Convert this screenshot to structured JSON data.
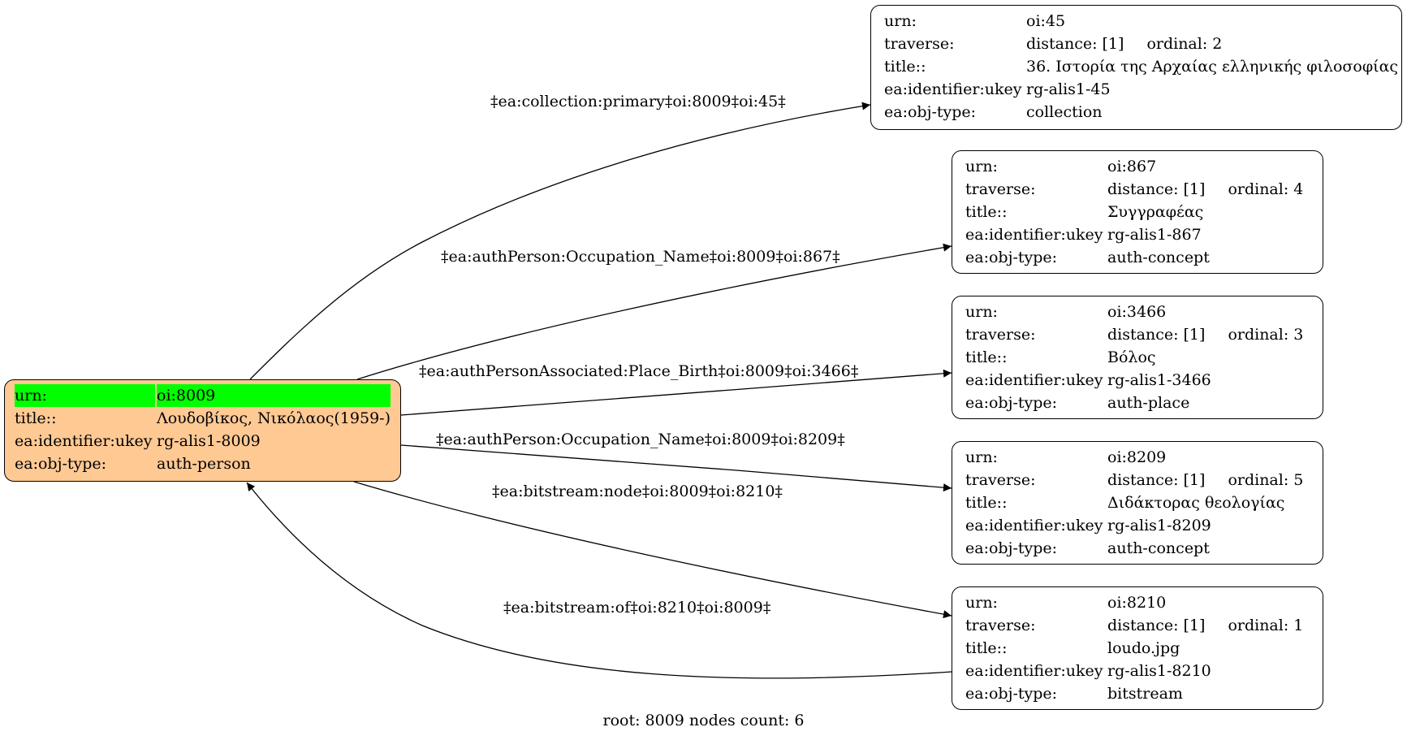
{
  "root": {
    "urn_key": "urn:",
    "urn": "oi:8009",
    "title_key": "title::",
    "title": "Λουδοβίκος, Νικόλαος(1959-)",
    "ident_key": "ea:identifier:ukey",
    "ident": "rg-alis1-8009",
    "type_key": "ea:obj-type:",
    "type": "auth-person",
    "highlight_color": "#00ff00",
    "fill_color": "#ffc994"
  },
  "nodes": [
    {
      "urn_key": "urn:",
      "urn": "oi:45",
      "traverse_key": "traverse:",
      "distance": "distance: [1]",
      "ordinal": "ordinal: 2",
      "title_key": "title::",
      "title": "36. Ιστορία της Αρχαίας ελληνικής φιλοσοφίας",
      "ident_key": "ea:identifier:ukey",
      "ident": "rg-alis1-45",
      "type_key": "ea:obj-type:",
      "type": "collection"
    },
    {
      "urn_key": "urn:",
      "urn": "oi:867",
      "traverse_key": "traverse:",
      "distance": "distance: [1]",
      "ordinal": "ordinal: 4",
      "title_key": "title::",
      "title": "Συγγραφέας",
      "ident_key": "ea:identifier:ukey",
      "ident": "rg-alis1-867",
      "type_key": "ea:obj-type:",
      "type": "auth-concept"
    },
    {
      "urn_key": "urn:",
      "urn": "oi:3466",
      "traverse_key": "traverse:",
      "distance": "distance: [1]",
      "ordinal": "ordinal: 3",
      "title_key": "title::",
      "title": "Βόλος",
      "ident_key": "ea:identifier:ukey",
      "ident": "rg-alis1-3466",
      "type_key": "ea:obj-type:",
      "type": "auth-place"
    },
    {
      "urn_key": "urn:",
      "urn": "oi:8209",
      "traverse_key": "traverse:",
      "distance": "distance: [1]",
      "ordinal": "ordinal: 5",
      "title_key": "title::",
      "title": "Διδάκτορας θεολογίας",
      "ident_key": "ea:identifier:ukey",
      "ident": "rg-alis1-8209",
      "type_key": "ea:obj-type:",
      "type": "auth-concept"
    },
    {
      "urn_key": "urn:",
      "urn": "oi:8210",
      "traverse_key": "traverse:",
      "distance": "distance: [1]",
      "ordinal": "ordinal: 1",
      "title_key": "title::",
      "title": "loudo.jpg",
      "ident_key": "ea:identifier:ukey",
      "ident": "rg-alis1-8210",
      "type_key": "ea:obj-type:",
      "type": "bitstream"
    }
  ],
  "edges": [
    {
      "label": "‡ea:collection:primary‡oi:8009‡oi:45‡",
      "from": "oi:8009",
      "to": "oi:45"
    },
    {
      "label": "‡ea:authPerson:Occupation_Name‡oi:8009‡oi:867‡",
      "from": "oi:8009",
      "to": "oi:867"
    },
    {
      "label": "‡ea:authPersonAssociated:Place_Birth‡oi:8009‡oi:3466‡",
      "from": "oi:8009",
      "to": "oi:3466"
    },
    {
      "label": "‡ea:authPerson:Occupation_Name‡oi:8009‡oi:8209‡",
      "from": "oi:8009",
      "to": "oi:8209"
    },
    {
      "label": "‡ea:bitstream:node‡oi:8009‡oi:8210‡",
      "from": "oi:8009",
      "to": "oi:8210"
    },
    {
      "label": "‡ea:bitstream:of‡oi:8210‡oi:8009‡",
      "from": "oi:8210",
      "to": "oi:8009"
    }
  ],
  "caption": "root: 8009 nodes count: 6"
}
